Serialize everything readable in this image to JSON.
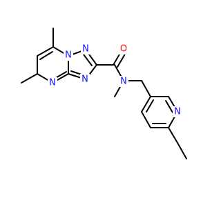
{
  "molecule": {
    "colors": {
      "bond": "#000000",
      "nitrogen": "#1010ff",
      "oxygen": "#ff0d0d",
      "background": "#ffffff"
    },
    "atom_labels": {
      "n1": "N",
      "n2": "N",
      "n3": "N",
      "n4": "N",
      "o1": "O",
      "n5": "N",
      "n6": "N"
    }
  }
}
